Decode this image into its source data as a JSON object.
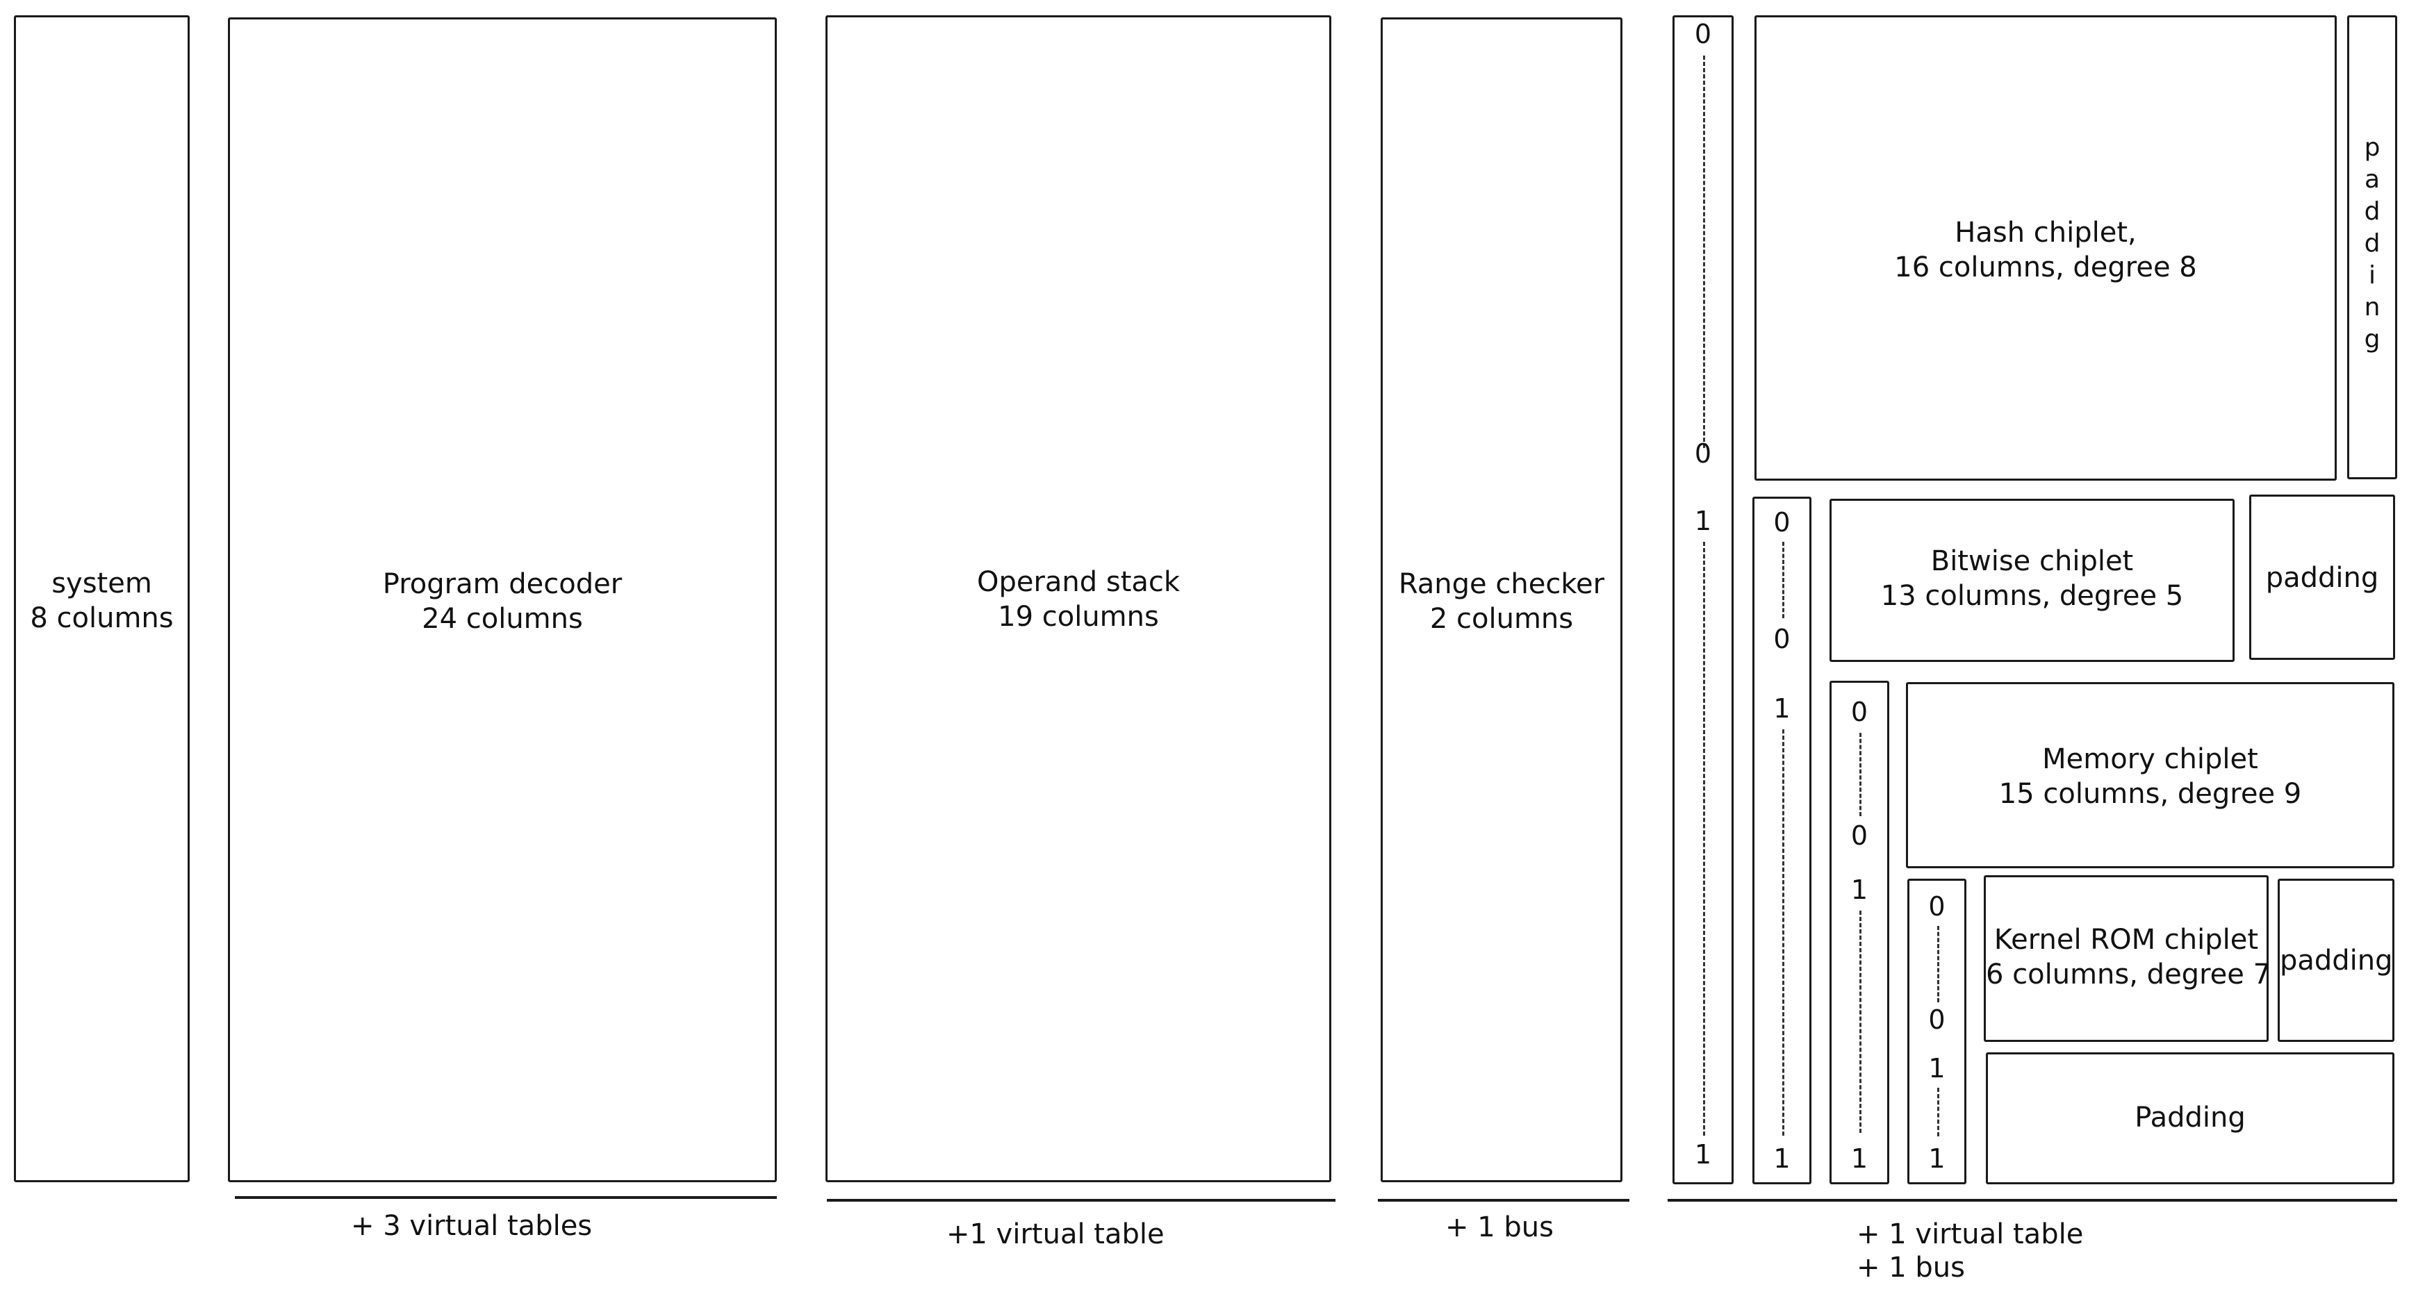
{
  "tables": {
    "system": {
      "line1": "system",
      "line2": "8 columns"
    },
    "decoder": {
      "line1": "Program decoder",
      "line2": "24 columns"
    },
    "stack": {
      "line1": "Operand stack",
      "line2": "19 columns"
    },
    "range": {
      "line1": "Range checker",
      "line2": "2 columns"
    }
  },
  "chiplets": {
    "hash": {
      "line1": "Hash chiplet,",
      "line2": "16 columns, degree 8"
    },
    "bitwise": {
      "line1": "Bitwise chiplet",
      "line2": "13 columns, degree 5"
    },
    "memory": {
      "line1": "Memory chiplet",
      "line2": "15 columns, degree 9"
    },
    "kernel": {
      "line1": "Kernel ROM chiplet",
      "line2": "6 columns, degree 7"
    },
    "padding_vertical": [
      "p",
      "a",
      "d",
      "d",
      "i",
      "n",
      "g"
    ],
    "padding_bitwise": "padding",
    "padding_kernel": "padding",
    "padding_bottom": "Padding"
  },
  "selectors": {
    "s1": {
      "top": "0",
      "mid_zero": "0",
      "mid_one": "1",
      "bottom": "1"
    },
    "s2": {
      "top": "0",
      "mid_zero": "0",
      "mid_one": "1",
      "bottom": "1"
    },
    "s3": {
      "top": "0",
      "mid_zero": "0",
      "mid_one": "1",
      "bottom": "1"
    },
    "s4": {
      "top": "0",
      "mid_zero": "0",
      "mid_one": "1",
      "bottom": "1"
    }
  },
  "annotations": {
    "decoder": "+ 3 virtual tables",
    "stack": "+1 virtual table",
    "range": "+ 1 bus",
    "chiplets_line1": "+ 1 virtual table",
    "chiplets_line2": "+ 1 bus"
  }
}
